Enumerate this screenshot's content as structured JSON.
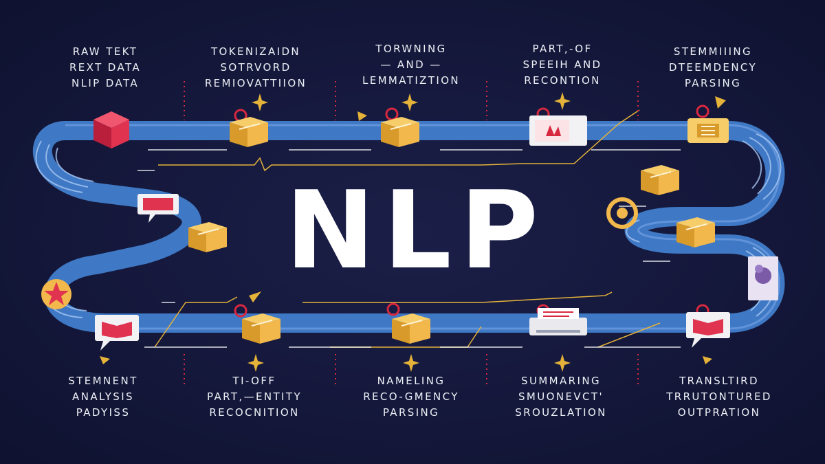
{
  "title": "NLP",
  "colors": {
    "background": "#151838",
    "pipe": "#3f78c4",
    "pipe_light": "#6a9be0",
    "pipe_stripe": "#a9c8f2",
    "box_yellow": "#f2b84b",
    "box_yellow_dark": "#d99a2c",
    "box_red": "#e0334f",
    "accent_gold": "#e5b23a",
    "marker_red": "#d8283f",
    "text": "#eef0f6"
  },
  "top_labels": [
    {
      "lines": [
        "RAW TEKT",
        "REXT DATA",
        "NLIP DATA"
      ]
    },
    {
      "lines": [
        "TOKENIZAIDN",
        "SOTRVORD",
        "REMIOVATTIION"
      ]
    },
    {
      "lines": [
        "TORWNING",
        "— AND —",
        "LEMMATIZTION"
      ]
    },
    {
      "lines": [
        "PART,-OF",
        "SPEEIH AND",
        "RECONTION"
      ]
    },
    {
      "lines": [
        "STEMMIIING",
        "DTEEMDENCY",
        "PARSING"
      ]
    }
  ],
  "bottom_labels": [
    {
      "lines": [
        "STEMNENT",
        "ANALYSIS",
        "PADYISS"
      ]
    },
    {
      "lines": [
        "TI-OFF",
        "PART,—ENTITY",
        "RECOCNITION"
      ]
    },
    {
      "lines": [
        "NAMELING",
        "RECO-GMENCY",
        "PARSING"
      ]
    },
    {
      "lines": [
        "SUMMARING",
        "SMUONEVCT'",
        "SROUZLATION"
      ]
    },
    {
      "lines": [
        "TRANSLTIRD",
        "TRRUTONTURED",
        "OUTPRATION"
      ]
    }
  ],
  "stations": [
    {
      "name": "red-cube-icon",
      "kind": "red-cube"
    },
    {
      "name": "box-icon",
      "kind": "box-yellow"
    },
    {
      "name": "box-icon",
      "kind": "box-yellow"
    },
    {
      "name": "monitor-icon",
      "kind": "monitor"
    },
    {
      "name": "film-frame-icon",
      "kind": "frame"
    },
    {
      "name": "box-icon",
      "kind": "box-yellow"
    },
    {
      "name": "open-box-icon",
      "kind": "box-yellow"
    },
    {
      "name": "chat-bubble-icon",
      "kind": "bubble"
    },
    {
      "name": "box-icon",
      "kind": "box-yellow"
    },
    {
      "name": "star-icon",
      "kind": "star"
    },
    {
      "name": "book-icon",
      "kind": "book"
    },
    {
      "name": "box-icon",
      "kind": "box-yellow"
    },
    {
      "name": "box-icon",
      "kind": "box-yellow"
    },
    {
      "name": "printer-icon",
      "kind": "printer"
    },
    {
      "name": "book-icon",
      "kind": "book"
    },
    {
      "name": "photo-icon",
      "kind": "photo"
    },
    {
      "name": "magnet-icon",
      "kind": "ring"
    }
  ]
}
